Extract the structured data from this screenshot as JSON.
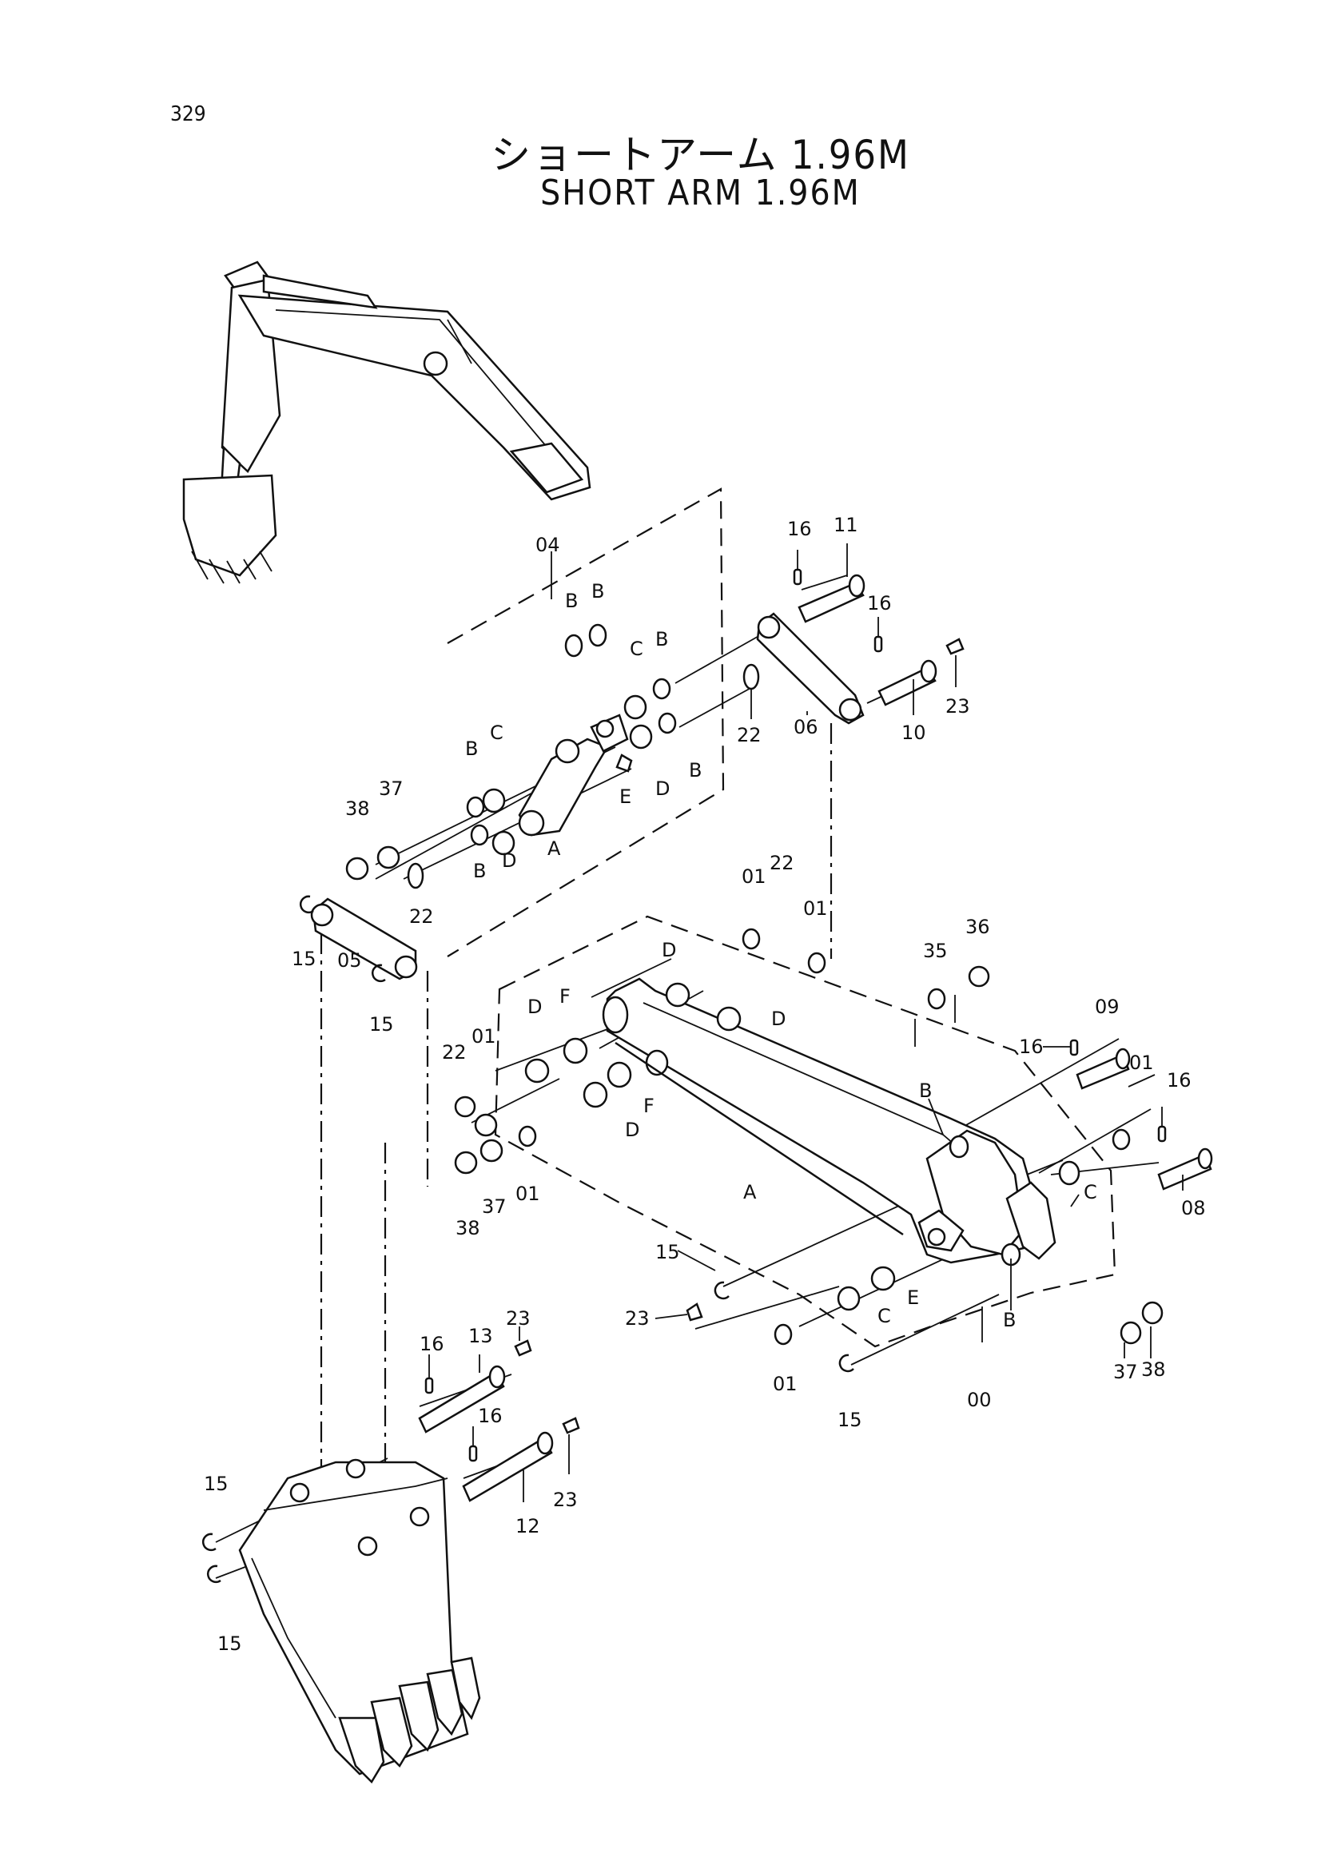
{
  "page_number": "329",
  "title_jp": "ショートアーム 1.96M",
  "title_en": "SHORT ARM 1.96M",
  "callouts": [
    {
      "id": "c-04",
      "text": "04"
    },
    {
      "id": "c-16a",
      "text": "16"
    },
    {
      "id": "c-11",
      "text": "11"
    },
    {
      "id": "c-16b",
      "text": "16"
    },
    {
      "id": "c-23a",
      "text": "23"
    },
    {
      "id": "c-10",
      "text": "10"
    },
    {
      "id": "c-06",
      "text": "06"
    },
    {
      "id": "c-22a",
      "text": "22"
    },
    {
      "id": "c-Ba",
      "text": "B"
    },
    {
      "id": "c-Bb",
      "text": "B"
    },
    {
      "id": "c-Bc",
      "text": "B"
    },
    {
      "id": "c-Ca",
      "text": "C"
    },
    {
      "id": "c-Bd",
      "text": "B"
    },
    {
      "id": "c-Da",
      "text": "D"
    },
    {
      "id": "c-Ea",
      "text": "E"
    },
    {
      "id": "c-Be",
      "text": "B"
    },
    {
      "id": "c-Cb",
      "text": "C"
    },
    {
      "id": "c-Bf",
      "text": "B"
    },
    {
      "id": "c-Db",
      "text": "D"
    },
    {
      "id": "c-Aa",
      "text": "A"
    },
    {
      "id": "c-38a",
      "text": "38"
    },
    {
      "id": "c-37a",
      "text": "37"
    },
    {
      "id": "c-22b",
      "text": "22"
    },
    {
      "id": "c-15a",
      "text": "15"
    },
    {
      "id": "c-05",
      "text": "05"
    },
    {
      "id": "c-15b",
      "text": "15"
    },
    {
      "id": "c-01a",
      "text": "01"
    },
    {
      "id": "c-22c",
      "text": "22"
    },
    {
      "id": "c-01b",
      "text": "01"
    },
    {
      "id": "c-Dc",
      "text": "D"
    },
    {
      "id": "c-Dd",
      "text": "D"
    },
    {
      "id": "c-35",
      "text": "35"
    },
    {
      "id": "c-36",
      "text": "36"
    },
    {
      "id": "c-09",
      "text": "09"
    },
    {
      "id": "c-16c",
      "text": "16"
    },
    {
      "id": "c-01c",
      "text": "01"
    },
    {
      "id": "c-16d",
      "text": "16"
    },
    {
      "id": "c-De",
      "text": "D"
    },
    {
      "id": "c-F1",
      "text": "F"
    },
    {
      "id": "c-22d",
      "text": "22"
    },
    {
      "id": "c-01d",
      "text": "01"
    },
    {
      "id": "c-F2",
      "text": "F"
    },
    {
      "id": "c-Df",
      "text": "D"
    },
    {
      "id": "c-01e",
      "text": "01"
    },
    {
      "id": "c-37b",
      "text": "37"
    },
    {
      "id": "c-38b",
      "text": "38"
    },
    {
      "id": "c-Ab",
      "text": "A"
    },
    {
      "id": "c-Bg",
      "text": "B"
    },
    {
      "id": "c-Cc",
      "text": "C"
    },
    {
      "id": "c-08",
      "text": "08"
    },
    {
      "id": "c-15c",
      "text": "15"
    },
    {
      "id": "c-23b",
      "text": "23"
    },
    {
      "id": "c-Cd",
      "text": "C"
    },
    {
      "id": "c-Eb",
      "text": "E"
    },
    {
      "id": "c-Bh",
      "text": "B"
    },
    {
      "id": "c-01f",
      "text": "01"
    },
    {
      "id": "c-15d",
      "text": "15"
    },
    {
      "id": "c-00",
      "text": "00"
    },
    {
      "id": "c-37c",
      "text": "37"
    },
    {
      "id": "c-38c",
      "text": "38"
    },
    {
      "id": "c-23c",
      "text": "23"
    },
    {
      "id": "c-13",
      "text": "13"
    },
    {
      "id": "c-16e",
      "text": "16"
    },
    {
      "id": "c-16f",
      "text": "16"
    },
    {
      "id": "c-23d",
      "text": "23"
    },
    {
      "id": "c-12",
      "text": "12"
    },
    {
      "id": "c-15e",
      "text": "15"
    },
    {
      "id": "c-15f",
      "text": "15"
    }
  ]
}
